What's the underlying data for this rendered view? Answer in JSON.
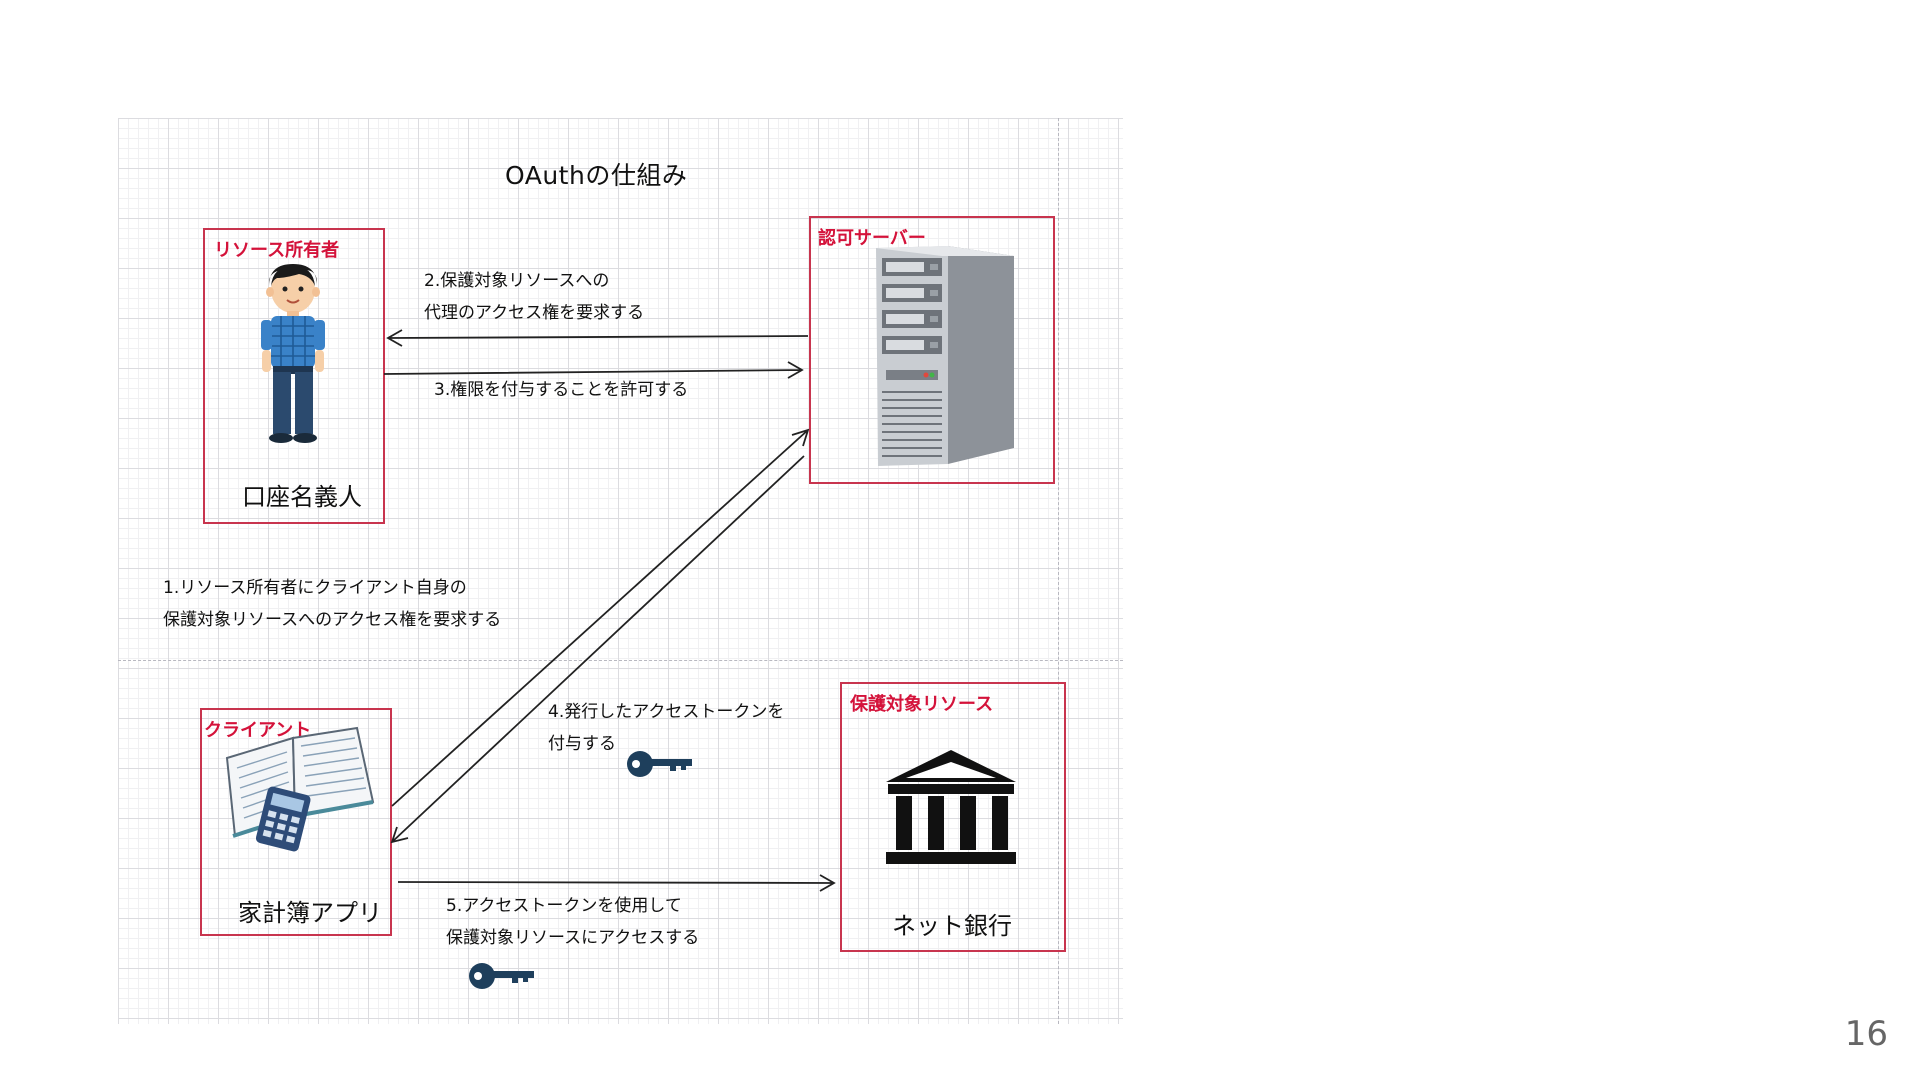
{
  "diagram": {
    "title": "OAuthの仕組み",
    "resource_owner": {
      "role": "リソース所有者",
      "label": "口座名義人"
    },
    "auth_server": {
      "role": "認可サーバー"
    },
    "client": {
      "role": "クライアント",
      "label": "家計簿アプリ"
    },
    "protected_resource": {
      "role": "保護対象リソース",
      "label": "ネット銀行"
    },
    "steps": {
      "s1": {
        "line1": "1.リソース所有者にクライアント自身の",
        "line2": "保護対象リソースへのアクセス権を要求する"
      },
      "s2": {
        "line1": "2.保護対象リソースへの",
        "line2": "代理のアクセス権を要求する"
      },
      "s3": {
        "line1": "3.権限を付与することを許可する"
      },
      "s4": {
        "line1": "4.発行したアクセストークンを",
        "line2": "付与する"
      },
      "s5": {
        "line1": "5.アクセストークンを使用して",
        "line2": "保護対象リソースにアクセスする"
      }
    }
  },
  "page_number": "16",
  "colors": {
    "role_label": "#d4123a",
    "box_border": "#c8344e",
    "key": "#1e3f5c"
  },
  "icons": [
    "person-icon",
    "server-icon",
    "book-calculator-icon",
    "bank-icon",
    "key-icon"
  ]
}
